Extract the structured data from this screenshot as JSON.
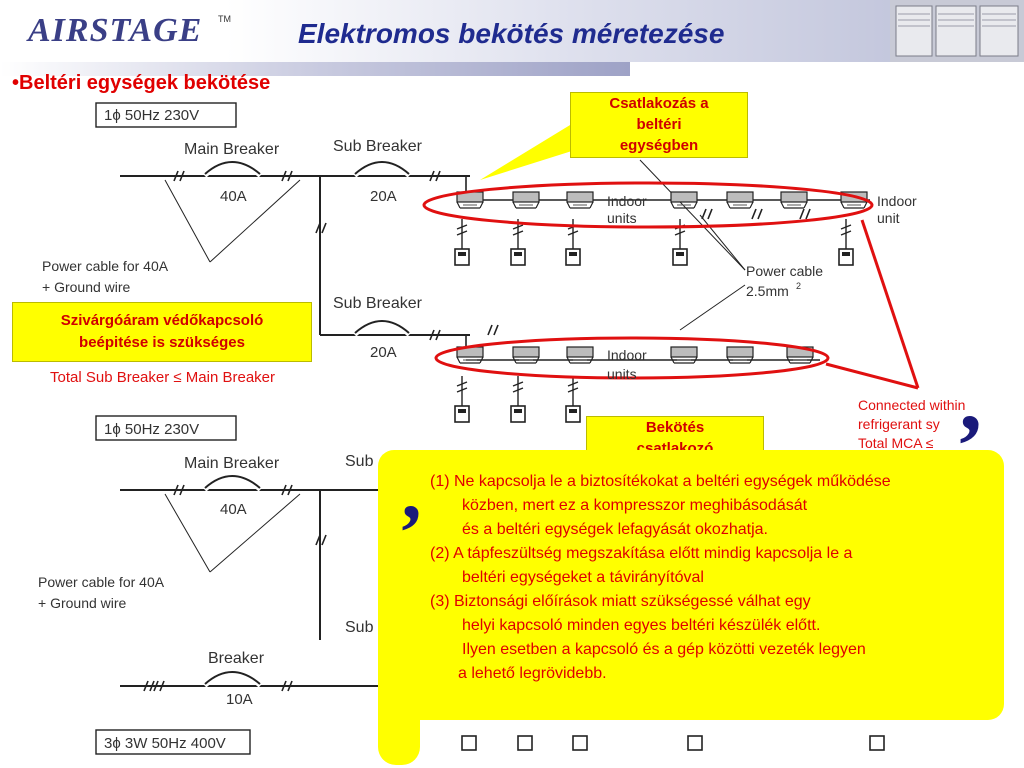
{
  "header": {
    "logo_text": "AIRSTAGE",
    "logo_tm": "TM",
    "title": "Elektromos bekötés méretezése"
  },
  "section_title": "•Beltéri egységek bekötése",
  "callouts": {
    "top": [
      "Csatlakozás a",
      "beltéri",
      "egységben"
    ],
    "left": [
      "Szivárgóáram védőkapcsoló",
      "beépitése is szükséges"
    ],
    "mid": [
      "Bekötés",
      "csatlakozó"
    ]
  },
  "diagram": {
    "top": {
      "supply_label": "1ϕ  50Hz  230V",
      "main_breaker_label": "Main Breaker",
      "main_breaker_rating": "40A",
      "sub_breaker_label": "Sub Breaker",
      "sub_breaker_rating": "20A",
      "power_cable_line1": "Power cable for 40A",
      "power_cable_line2": "+ Ground wire",
      "indoor_units_label_1": "Indoor",
      "indoor_units_label_2": "units",
      "indoor_unit_label_1": "Indoor",
      "indoor_unit_label_2": "unit",
      "power_cable_size_1": "Power cable",
      "power_cable_size_2": "2.5mm",
      "power_cable_size_sup": "2",
      "sub_breaker2_label": "Sub Breaker",
      "sub_breaker2_rating": "20A",
      "indoor_units2_label_1": "Indoor",
      "indoor_units2_label_2": "units",
      "total_rule": "Total Sub Breaker ≤ Main Breaker",
      "connected_line1": "Connected within",
      "connected_line2": "refrigerant sy",
      "connected_line3": "Total MCA ≤"
    },
    "bottom": {
      "supply_label": "1ϕ  50Hz  230V",
      "main_breaker_label": "Main Breaker",
      "main_breaker_rating": "40A",
      "sub_label_partial": "Sub",
      "sub_label_partial2": "Sub",
      "power_cable_line1": "Power cable for 40A",
      "power_cable_line2": "+ Ground wire",
      "breaker_label": "Breaker",
      "breaker_rating": "10A",
      "supply3_label": "3ϕ 3W 50Hz 400V"
    }
  },
  "notes": [
    "(1) Ne kapcsolja le a biztosítékokat a beltéri egységek működése",
    "közben, mert ez a kompresszor meghibásodását",
    "és a beltéri egységek lefagyását okozhatja.",
    "(2) A tápfeszültség megszakítása előtt mindig kapcsolja le a",
    "beltéri egységeket a távirányítóval",
    "(3) Biztonsági  előírások miatt szükségessé válhat egy",
    "helyi kapcsoló minden egyes beltéri készülék előtt.",
    "Ilyen esetben a kapcsoló és a gép közötti vezeték legyen",
    "a lehető legrövidebb."
  ],
  "colors": {
    "title_blue": "#1f2b8f",
    "red": "#e00000",
    "highlight": "#ffff00"
  }
}
